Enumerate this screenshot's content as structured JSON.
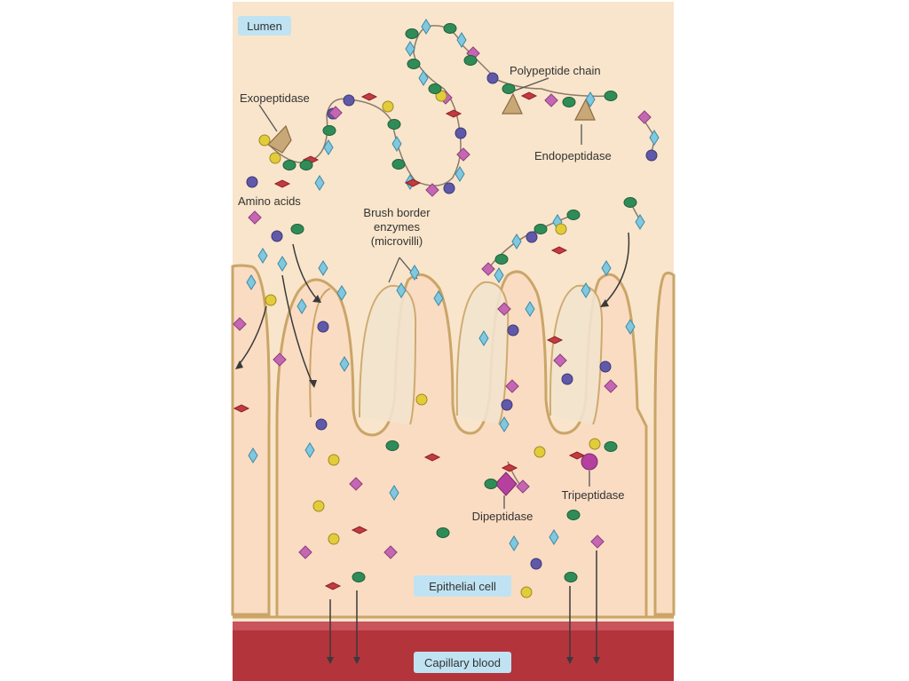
{
  "labels": {
    "lumen": "Lumen",
    "polypeptide_chain": "Polypeptide chain",
    "exopeptidase": "Exopeptidase",
    "endopeptidase": "Endopeptidase",
    "amino_acids": "Amino acids",
    "brush_border_line1": "Brush border",
    "brush_border_line2": "enzymes",
    "brush_border_line3": "(microvilli)",
    "dipeptidase": "Dipeptidase",
    "tripeptidase": "Tripeptidase",
    "epithelial_cell": "Epithelial cell",
    "capillary_blood": "Capillary blood"
  },
  "colors": {
    "lumen_bg": "#f9e5cb",
    "cell_fill": "#fadcc3",
    "cell_outline": "#caa567",
    "capillary": "#b4343c",
    "label_box": "#bfe3f2",
    "enzyme": "#c9a878",
    "brush_enzyme": "#4f8fc0",
    "peptidase_purple": "#b640a0"
  },
  "amino_acid_types": [
    {
      "name": "green-oval",
      "color": "#2f8c57"
    },
    {
      "name": "blue-diamond",
      "color": "#7fc8df"
    },
    {
      "name": "red-diamond",
      "color": "#c33a3f"
    },
    {
      "name": "pink-square",
      "color": "#c566b3"
    },
    {
      "name": "purple-circle",
      "color": "#6058a8"
    },
    {
      "name": "yellow-circle",
      "color": "#e3cc3a"
    }
  ]
}
